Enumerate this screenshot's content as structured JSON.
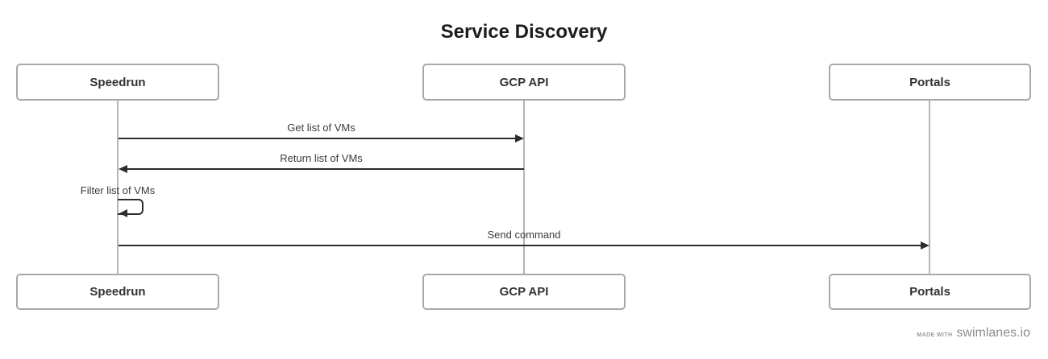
{
  "diagram": {
    "title": "Service Discovery",
    "actors": [
      {
        "label": "Speedrun"
      },
      {
        "label": "GCP API"
      },
      {
        "label": "Portals"
      }
    ],
    "messages": [
      {
        "label": "Get list of VMs",
        "from": "Speedrun",
        "to": "GCP API",
        "style": "solid-arrow",
        "direction": "right"
      },
      {
        "label": "Return list of VMs",
        "from": "GCP API",
        "to": "Speedrun",
        "style": "solid-arrow",
        "direction": "left"
      },
      {
        "label": "Filter list of VMs",
        "from": "Speedrun",
        "to": "Speedrun",
        "style": "self-loop"
      },
      {
        "label": "Send command",
        "from": "Speedrun",
        "to": "Portals",
        "style": "solid-arrow",
        "direction": "right"
      }
    ],
    "footer": {
      "made_with": "MADE WITH",
      "brand": "swimlanes.io"
    },
    "colors": {
      "arrow": "#2d2d2d",
      "lifeline": "#b4b4b4",
      "box_border": "#a8a8a8",
      "box_text": "#333333",
      "label_text": "#3a3a3a",
      "footer_text": "#8c8c8c",
      "background": "#ffffff"
    }
  }
}
